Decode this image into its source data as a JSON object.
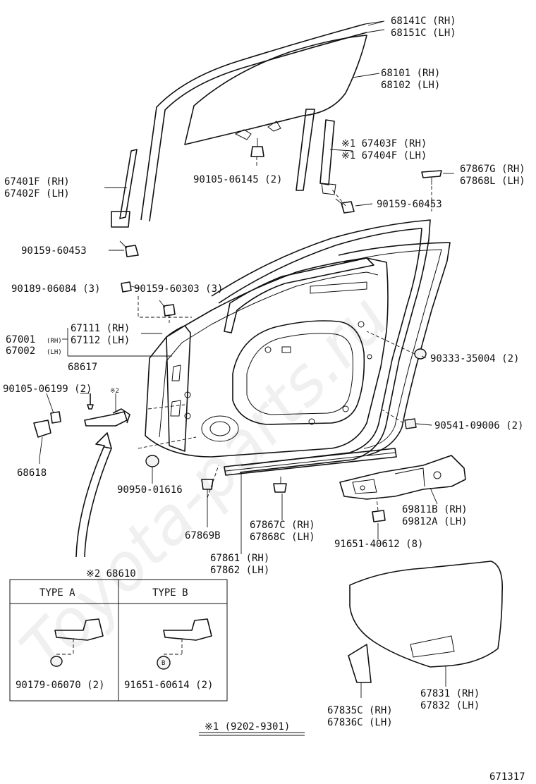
{
  "labels": {
    "p68141c": "68141C (RH)",
    "p68151c": "68151C (LH)",
    "p68101": "68101 (RH)",
    "p68102": "68102 (LH)",
    "p67403f": "※1 67403F (RH)",
    "p67404f": "※1 67404F (LH)",
    "p67401f": "67401F (RH)",
    "p67402f": "67402F (LH)",
    "p90105_06145": "90105-06145 (2)",
    "p67867g": "67867G (RH)",
    "p67868l": "67868L (LH)",
    "p90159_60453_a": "90159-60453",
    "p90159_60453_b": "90159-60453",
    "p90189_06084": "90189-06084 (3)",
    "p90159_60303": "90159-60303 (3)",
    "p67111": "67111 (RH)",
    "p67112": "67112 (LH)",
    "p67001": "67001",
    "p67001_side": "(RH)",
    "p67002": "67002",
    "p67002_side": "(LH)",
    "p90333_35004": "90333-35004 (2)",
    "p68617": "68617",
    "p90105_06199": "90105-06199 (2)",
    "mark2": "※2",
    "p90541_09006": "90541-09006 (2)",
    "p68618": "68618",
    "p90950_01616": "90950-01616",
    "p69811b": "69811B (RH)",
    "p69812a": "69812A (LH)",
    "p67867c": "67867C (RH)",
    "p67868c": "67868C (LH)",
    "p67869b": "67869B",
    "p91651_40612": "91651-40612 (8)",
    "p67861": "67861 (RH)",
    "p67862": "67862 (LH)",
    "p68610": "※2 68610",
    "type_a": "TYPE A",
    "type_b": "TYPE B",
    "p90179_06070": "90179-06070 (2)",
    "p91651_60614": "91651-60614 (2)",
    "bolt_b": "B",
    "p67835c": "67835C (RH)",
    "p67836c": "67836C (LH)",
    "p67831": "67831 (RH)",
    "p67832": "67832 (LH)",
    "footnote": "※1 (9202-9301)",
    "diagram_id": "671317",
    "watermark": "Toyota-parts.ru"
  }
}
